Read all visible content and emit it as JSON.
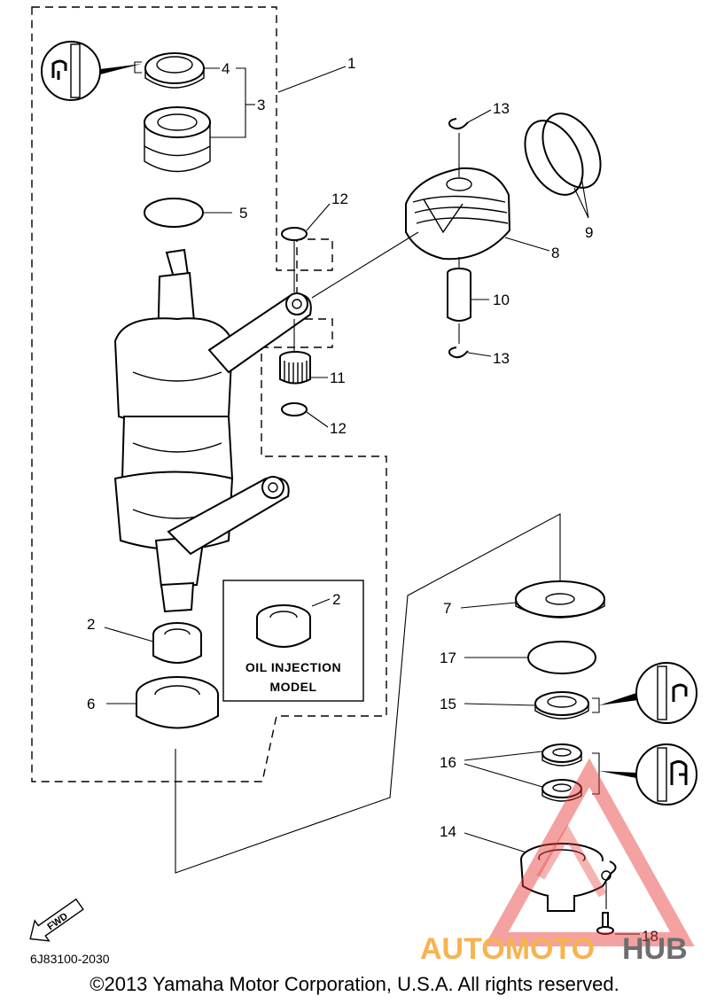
{
  "diagram": {
    "callouts": {
      "c1": "1",
      "c2a": "2",
      "c2b": "2",
      "c3": "3",
      "c4": "4",
      "c5": "5",
      "c6": "6",
      "c7": "7",
      "c8": "8",
      "c9": "9",
      "c10": "10",
      "c11": "11",
      "c12a": "12",
      "c12b": "12",
      "c13a": "13",
      "c13b": "13",
      "c14": "14",
      "c15": "15",
      "c16": "16",
      "c17": "17",
      "c18": "18"
    },
    "inset_box": {
      "line1": "OIL INJECTION",
      "line2": "MODEL"
    },
    "fwd_label": "FWD",
    "diagram_code": "6J83100-2030",
    "copyright": "©2013 Yamaha Motor Corporation, U.S.A. All rights reserved."
  },
  "watermark": {
    "brand_part1": "AUTOMOTO",
    "brand_part2": "HUB",
    "colors": {
      "brand_red": "#e53935",
      "brand_orange": "#f6a630",
      "brand_gray": "#555555"
    }
  }
}
